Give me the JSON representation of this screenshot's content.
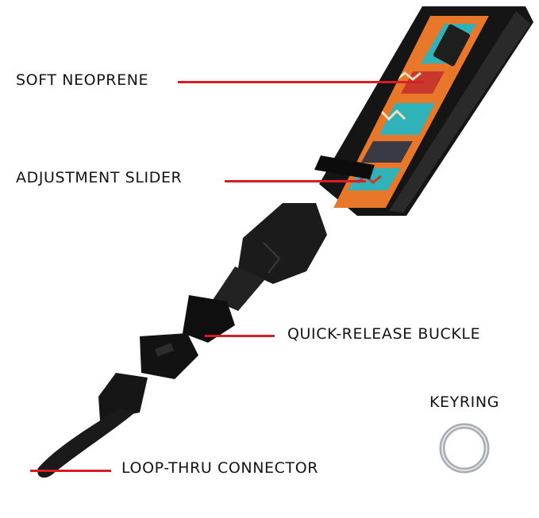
{
  "callouts": {
    "soft_neoprene": "SOFT NEOPRENE",
    "adjustment_slider": "ADJUSTMENT SLIDER",
    "quick_release_buckle": "QUICK-RELEASE BUCKLE",
    "keyring": "KEYRING",
    "loop_thru_connector": "LOOP-THRU CONNECTOR"
  },
  "colors": {
    "leader": "#d81d25",
    "strap_black": "#141414",
    "pattern_orange": "#e8772a",
    "pattern_teal": "#2fb3b8",
    "pattern_red": "#c9382c",
    "keyring_silver": "#b9bcc0"
  }
}
